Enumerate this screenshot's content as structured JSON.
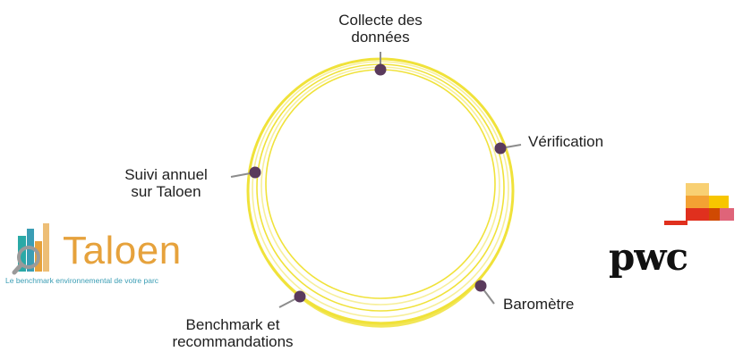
{
  "diagram": {
    "steps": [
      {
        "id": "collecte",
        "lines": [
          "Collecte des",
          "données"
        ]
      },
      {
        "id": "verification",
        "lines": [
          "Vérification"
        ]
      },
      {
        "id": "barometre",
        "lines": [
          "Baromètre"
        ]
      },
      {
        "id": "benchmark",
        "lines": [
          "Benchmark et",
          "recommandations"
        ]
      },
      {
        "id": "suivi",
        "lines": [
          "Suivi annuel",
          "sur Taloen"
        ]
      }
    ]
  },
  "colors": {
    "ring": "#f0e23a",
    "ring_light": "#f7ef9a",
    "node": "#5a3a5c",
    "leader": "#8c8c8c",
    "text": "#1e1e1e"
  },
  "logos": {
    "taloen": {
      "word": "Taloen",
      "tagline": "Le benchmark environnemental de votre parc"
    },
    "pwc": {
      "word": "pwc"
    }
  }
}
